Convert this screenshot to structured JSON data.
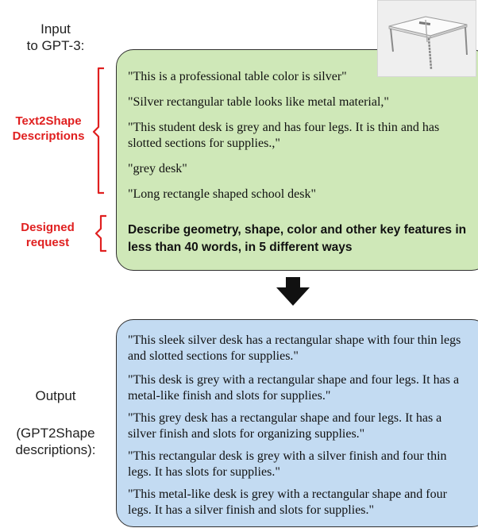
{
  "labels": {
    "input": [
      "Input",
      "to GPT-3:"
    ],
    "text2shape": [
      "Text2Shape",
      "Descriptions"
    ],
    "request": [
      "Designed",
      "request"
    ],
    "output": "Output",
    "output_sub": [
      "(GPT2Shape",
      "descriptions):"
    ]
  },
  "input_descriptions": [
    "\"This is a professional table color is silver\"",
    "\"Silver rectangular table looks like metal material,\"",
    "\"This student desk is grey and has four legs.  It is thin and has slotted sections for supplies.,\"",
    "\"grey desk\"",
    "\"Long rectangle shaped school desk\""
  ],
  "designed_request": "Describe geometry, shape, color and other key features in less than 40 words, in 5 different ways",
  "output_descriptions": [
    "\"This sleek silver desk has a rectangular shape with four thin legs and slotted sections for supplies.\"",
    "\"This desk is grey with a rectangular shape and four legs. It has a metal-like finish and slots for supplies.\"",
    "\"This grey desk has a rectangular shape and four legs. It has a silver finish and slots for organizing supplies.\"",
    "\"This rectangular desk is grey with a silver finish and four thin legs. It has slots for supplies.\"",
    "\"This metal-like desk is grey with a rectangular shape and four legs. It has a silver finish and slots for supplies.\""
  ],
  "colors": {
    "input_panel": "#cfe8b8",
    "output_panel": "#c3dbf2",
    "label_red": "#e02020"
  },
  "icons": {
    "desk_thumbnail": "desk-render-image",
    "arrow": "down-arrow-icon"
  }
}
